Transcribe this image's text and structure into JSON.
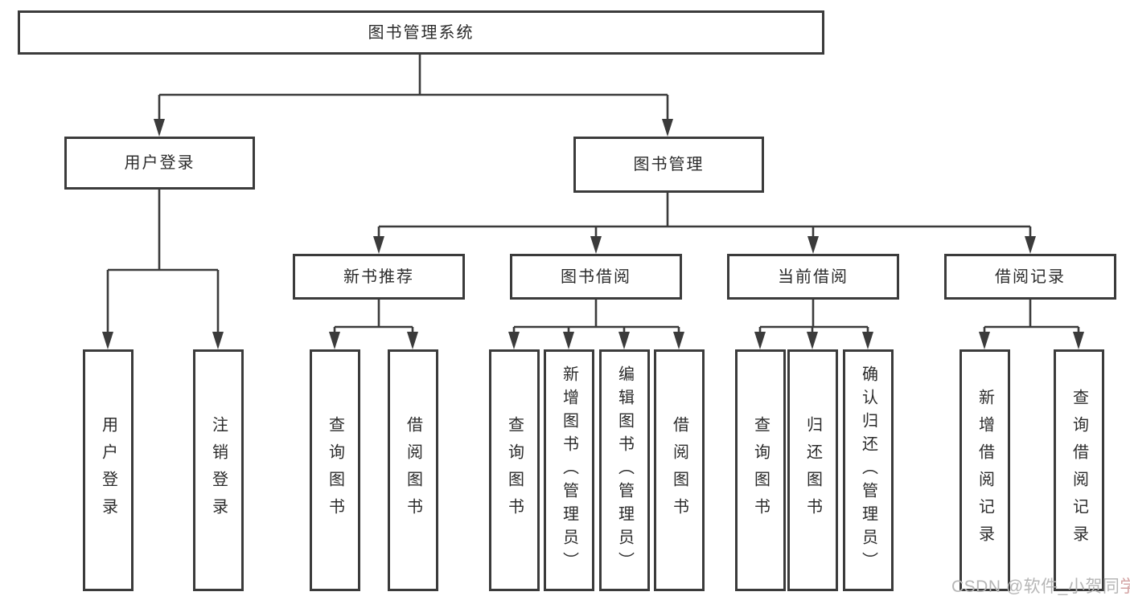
{
  "colors": {
    "line": "#3b3b3b",
    "text": "#2b2b2b",
    "wm": "#b6b6b6",
    "wm-accent": "#d2a2a2"
  },
  "diagram": {
    "root": {
      "label": "图书管理系统"
    },
    "user_login_branch": {
      "label": "用户登录",
      "children": [
        "用户登录",
        "注销登录"
      ]
    },
    "book_mgmt_branch": {
      "label": "图书管理",
      "sections": [
        {
          "label": "新书推荐",
          "children": [
            "查询图书",
            "借阅图书"
          ]
        },
        {
          "label": "图书借阅",
          "children": [
            "查询图书",
            "新增图书（管理员）",
            "编辑图书（管理员）",
            "借阅图书"
          ]
        },
        {
          "label": "当前借阅",
          "children": [
            "查询图书",
            "归还图书",
            "确认归还（管理员）"
          ]
        },
        {
          "label": "借阅记录",
          "children": [
            "新增借阅记录",
            "查询借阅记录"
          ]
        }
      ]
    }
  },
  "watermark": {
    "prefix": "CSDN @软件_小贺同",
    "suffix": "学"
  }
}
